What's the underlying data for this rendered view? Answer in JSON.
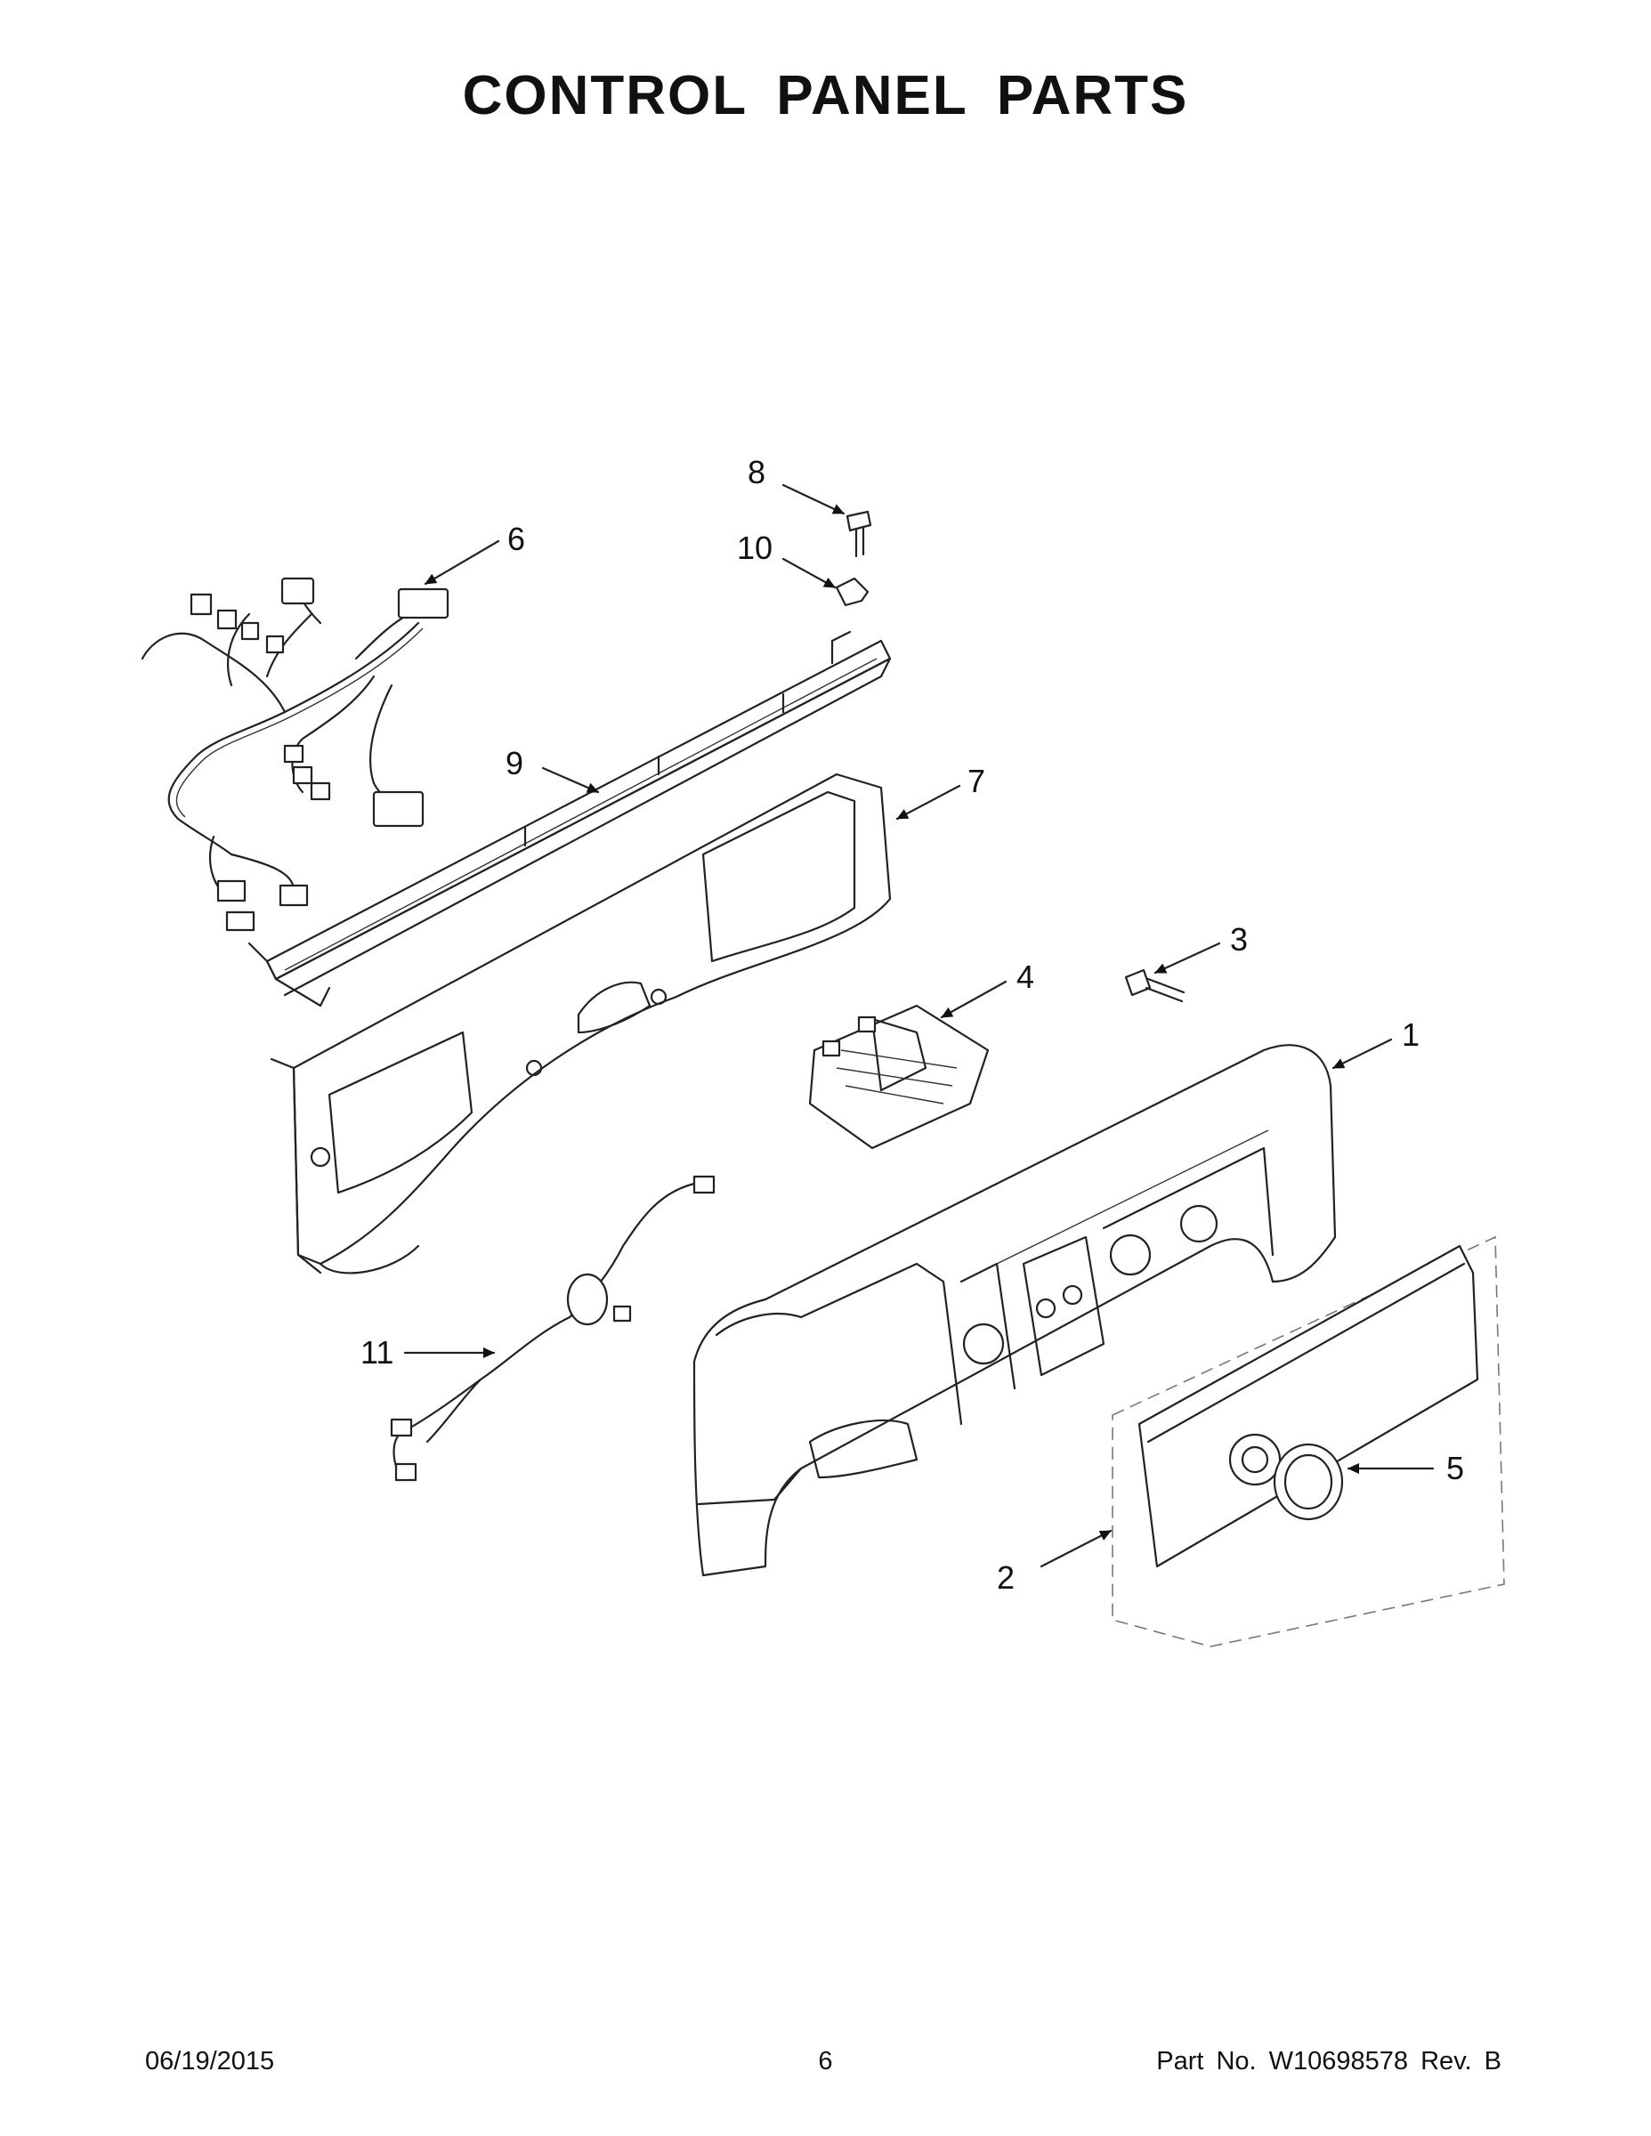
{
  "page": {
    "title": "CONTROL PANEL PARTS",
    "footer": {
      "date": "06/19/2015",
      "page_number": "6",
      "part_no": "Part No.  W10698578  Rev.  B"
    }
  },
  "callouts": [
    {
      "id": "1",
      "label": "1"
    },
    {
      "id": "2",
      "label": "2"
    },
    {
      "id": "3",
      "label": "3"
    },
    {
      "id": "4",
      "label": "4"
    },
    {
      "id": "5",
      "label": "5"
    },
    {
      "id": "6",
      "label": "6"
    },
    {
      "id": "7",
      "label": "7"
    },
    {
      "id": "8",
      "label": "8"
    },
    {
      "id": "9",
      "label": "9"
    },
    {
      "id": "10",
      "label": "10"
    },
    {
      "id": "11",
      "label": "11"
    }
  ],
  "colors": {
    "line": "#222222",
    "background": "#ffffff",
    "dashed": "#777777"
  }
}
